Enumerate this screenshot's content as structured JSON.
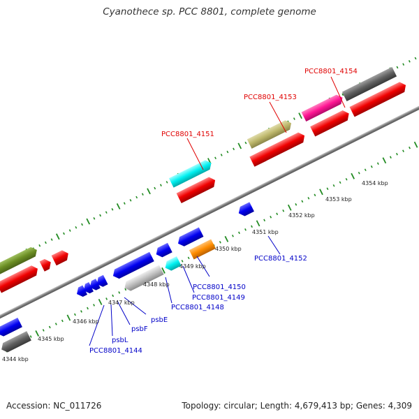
{
  "title": "Cyanothece sp. PCC 8801, complete genome",
  "footer": {
    "accession": "Accession: NC_011726",
    "summary": "Topology: circular; Length: 4,679,413 bp; Genes: 4,309"
  },
  "scale": {
    "ticks": [
      "4344 kbp",
      "4345 kbp",
      "4346 kbp",
      "4347 kbp",
      "4348 kbp",
      "4349 kbp",
      "4350 kbp",
      "4351 kbp",
      "4352 kbp",
      "4353 kbp",
      "4354 kbp"
    ]
  },
  "labels": {
    "top": [
      {
        "text": "PCC8801_4154",
        "color": "#e00000"
      },
      {
        "text": "PCC8801_4153",
        "color": "#e00000"
      },
      {
        "text": "PCC8801_4151",
        "color": "#e00000"
      }
    ],
    "bottom": [
      {
        "text": "PCC8801_4152",
        "color": "#0000c8"
      },
      {
        "text": "PCC8801_4150",
        "color": "#0000c8"
      },
      {
        "text": "PCC8801_4149",
        "color": "#0000c8"
      },
      {
        "text": "PCC8801_4148",
        "color": "#0000c8"
      },
      {
        "text": "psbE",
        "color": "#0000c8"
      },
      {
        "text": "psbF",
        "color": "#0000c8"
      },
      {
        "text": "psbL",
        "color": "#0000c8"
      },
      {
        "text": "PCC8801_4144",
        "color": "#0000c8"
      }
    ]
  },
  "colors": {
    "red": "#f00000",
    "blue": "#0000f0",
    "cyan": "#00f0f0",
    "olive": "#bdb76b",
    "green": "#6b8e23",
    "magenta": "#ff1493",
    "gray": "#606060",
    "lightgray": "#c0c0c0",
    "orange": "#ff8c00",
    "backbone": "#777777",
    "tick": "#228b22"
  }
}
